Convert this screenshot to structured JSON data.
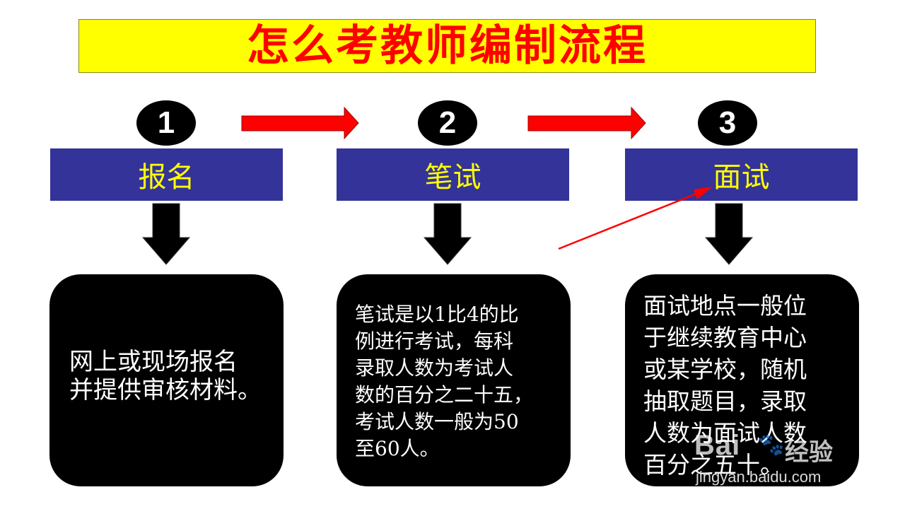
{
  "title": "怎么考教师编制流程",
  "steps": [
    {
      "number": "1",
      "label": "报名",
      "description": "网上或现场报名\n并提供审核材料。"
    },
    {
      "number": "2",
      "label": "笔试",
      "description": "笔试是以1比4的比\n例进行考试，每科\n录取人数为考试人\n数的百分之二十五，\n考试人数一般为50\n至60人。"
    },
    {
      "number": "3",
      "label": "面试",
      "description": "面试地点一般位\n于继续教育中心\n或某学校，随机\n抽取题目，录取\n人数为面试人数\n百分之五十。"
    }
  ],
  "watermark": {
    "logo": "Bai",
    "logo_suffix": "经验",
    "url": "jingyan.baidu.com"
  },
  "colors": {
    "title_bg": "#ffff00",
    "title_text": "#ff0000",
    "header_bg": "#333399",
    "header_text": "#ffff00",
    "arrow_red": "#ff0000",
    "box_bg": "#000000"
  }
}
